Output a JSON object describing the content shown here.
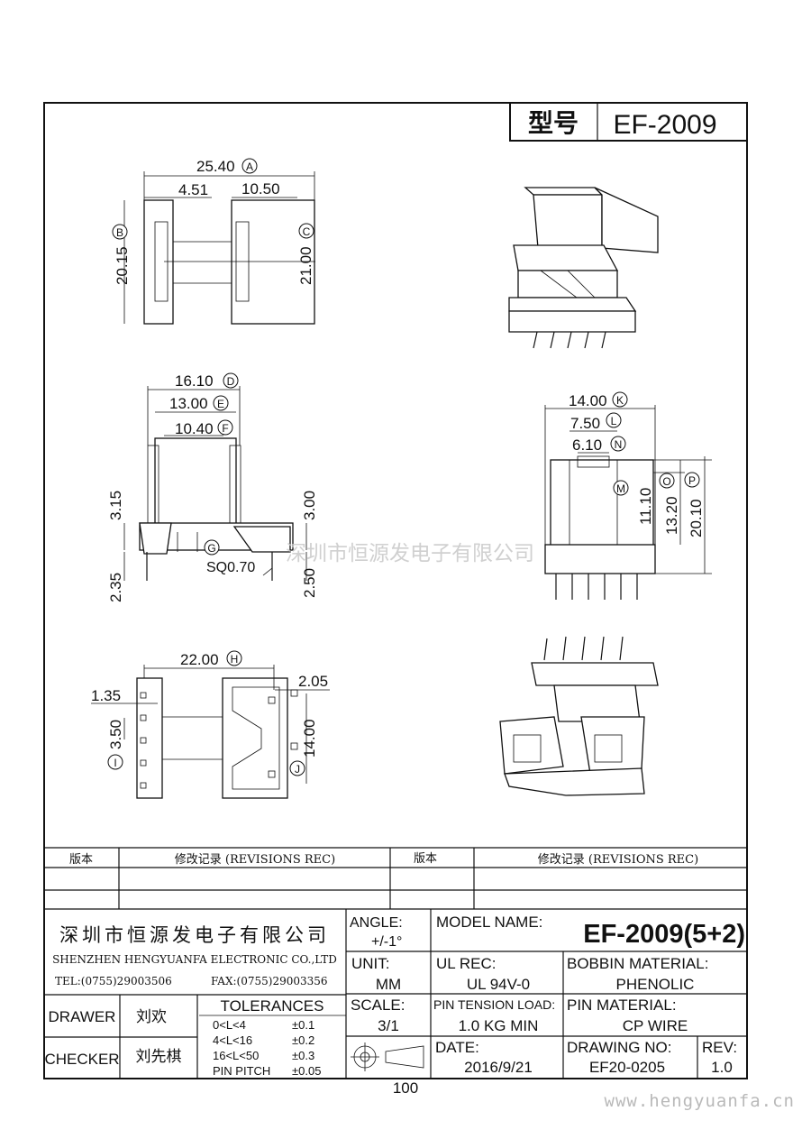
{
  "title_block_top": {
    "label_model_cn": "型号",
    "model": "EF-2009"
  },
  "dims": {
    "A": "25.40",
    "A_mark": "A",
    "B": "20.15",
    "B_mark": "B",
    "C": "21.00",
    "C_mark": "C",
    "top_a": "4.51",
    "top_b": "10.50",
    "D": "16.10",
    "D_mark": "D",
    "E": "13.00",
    "E_mark": "E",
    "F": "10.40",
    "F_mark": "F",
    "G_mark": "G",
    "sq": "SQ0.70",
    "left_a": "3.15",
    "left_b": "2.35",
    "right_a": "3.00",
    "right_b": "2.50",
    "K": "14.00",
    "K_mark": "K",
    "L": "7.50",
    "L_mark": "L",
    "N": "6.10",
    "N_mark": "N",
    "M_mark": "M",
    "M": "11.10",
    "O": "13.20",
    "O_mark": "O",
    "P": "20.10",
    "P_mark": "P",
    "H": "22.00",
    "H_mark": "H",
    "b1": "1.35",
    "b2": "2.05",
    "I": "3.50",
    "I_mark": "I",
    "J": "14.00",
    "J_mark": "J"
  },
  "watermark_text": "深圳市恒源发电子有限公司",
  "revisions": {
    "col_version": "版本",
    "col_rec": "修改记录 (REVISIONS REC)"
  },
  "company": {
    "name_cn": "深圳市恒源发电子有限公司",
    "name_en": "SHENZHEN HENGYUANFA ELECTRONIC CO.,LTD",
    "tel": "TEL:(0755)29003506",
    "fax": "FAX:(0755)29003356"
  },
  "fields": {
    "angle_label": "ANGLE:",
    "angle_value": "+/-1°",
    "model_label": "MODEL NAME:",
    "model_value": "EF-2009(5+2)",
    "unit_label": "UNIT:",
    "unit_value": "MM",
    "ul_label": "UL REC:",
    "ul_value": "UL 94V-0",
    "bobbin_label": "BOBBIN MATERIAL:",
    "bobbin_value": "PHENOLIC",
    "scale_label": "SCALE:",
    "scale_value": "3/1",
    "pin_tension_label": "PIN TENSION LOAD:",
    "pin_tension_value": "1.0 KG MIN",
    "pin_material_label": "PIN MATERIAL:",
    "pin_material_value": "CP WIRE",
    "date_label": "DATE:",
    "date_value": "2016/9/21",
    "drawing_label": "DRAWING NO:",
    "drawing_value": "EF20-0205",
    "rev_label": "REV:",
    "rev_value": "1.0",
    "drawer_label": "DRAWER",
    "drawer_value": "刘欢",
    "checker_label": "CHECKER",
    "checker_value": "刘先棋"
  },
  "tolerances": {
    "title": "TOLERANCES",
    "rows": [
      {
        "range": "0<L<4",
        "tol": "±0.1"
      },
      {
        "range": "4<L<16",
        "tol": "±0.2"
      },
      {
        "range": "16<L<50",
        "tol": "±0.3"
      },
      {
        "range": "PIN PITCH",
        "tol": "±0.05"
      }
    ]
  },
  "page_number": "100",
  "website": "www.hengyuanfa.cn"
}
